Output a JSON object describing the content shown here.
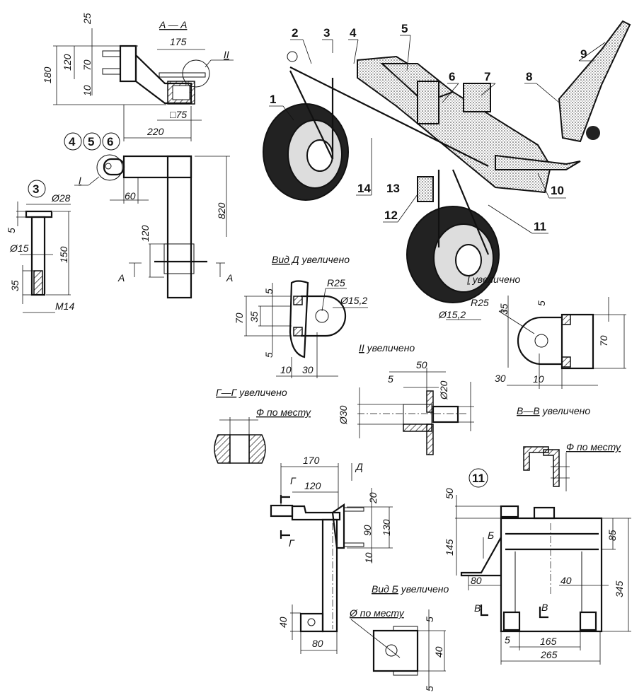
{
  "callouts": [
    "1",
    "2",
    "3",
    "4",
    "5",
    "6",
    "7",
    "8",
    "9",
    "10",
    "11",
    "12",
    "13",
    "14"
  ],
  "section_aa": {
    "title": "A — A",
    "dims": [
      "175",
      "25",
      "180",
      "120",
      "70",
      "10",
      "□75",
      "220"
    ],
    "detail_mark": "II"
  },
  "bracket": {
    "part_numbers": [
      "4",
      "5",
      "6"
    ],
    "detail_mark": "I",
    "dims": [
      "60",
      "820",
      "120"
    ],
    "section_marks": [
      "A",
      "A"
    ]
  },
  "pin": {
    "part_number": "3",
    "dims": [
      "Ø28",
      "5",
      "150",
      "Ø15",
      "35",
      "M14"
    ]
  },
  "view_d": {
    "title": "Вид Д",
    "suffix": "увеличено",
    "dims": [
      "5",
      "R25",
      "Ø15,2",
      "70",
      "35",
      "5",
      "10",
      "30"
    ]
  },
  "detail_i": {
    "title": "I",
    "suffix": "увеличено",
    "dims": [
      "R25",
      "Ø15,2",
      "35",
      "5",
      "70",
      "30",
      "10"
    ]
  },
  "detail_ii": {
    "title": "II",
    "suffix": "увеличено",
    "dims": [
      "50",
      "5",
      "Ø20",
      "Ø30"
    ]
  },
  "section_gg": {
    "title": "Г—Г",
    "suffix": "увеличено",
    "note": "Ф по месту"
  },
  "section_vv": {
    "title": "В—В",
    "suffix": "увеличено",
    "note": "Ф по месту"
  },
  "side_bracket": {
    "dims": [
      "170",
      "120",
      "20",
      "90",
      "130",
      "10",
      "40",
      "80"
    ],
    "marks": [
      "Д",
      "Г",
      "Г"
    ]
  },
  "view_b_plate": {
    "note": "Ø по месту",
    "dims": [
      "5",
      "40",
      "5"
    ]
  },
  "frame_11": {
    "part_number": "11",
    "dims": [
      "50",
      "145",
      "85",
      "345",
      "80",
      "40",
      "5",
      "165",
      "265"
    ],
    "marks": [
      "Б",
      "В",
      "В"
    ],
    "view_label": "Вид Б",
    "view_suffix": "увеличено"
  }
}
